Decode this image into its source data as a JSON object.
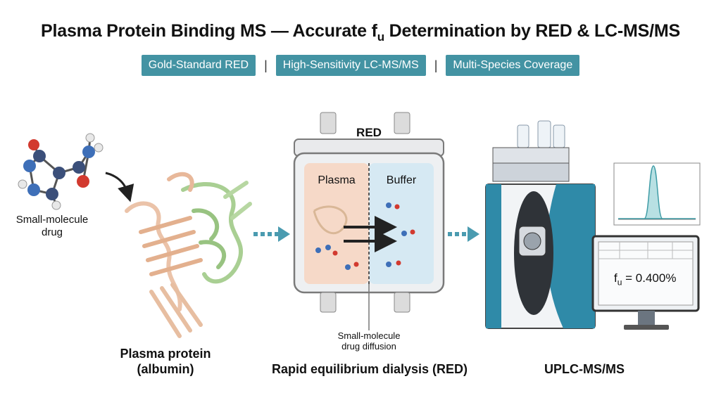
{
  "title": {
    "main": "Plasma Protein Binding MS — Accurate f",
    "sub": "u",
    "tail": " Determination by RED & LC-MS/MS"
  },
  "badges": [
    "Gold-Standard RED",
    "High-Sensitivity LC-MS/MS",
    "Multi-Species Coverage"
  ],
  "separator": "|",
  "labels": {
    "drug": "Small-molecule drug",
    "protein": "Plasma protein (albumin)",
    "red_top": "RED",
    "plasma": "Plasma",
    "buffer": "Buffer",
    "diffusion": "Small-molecule drug diffusion",
    "red_caption": "Rapid equilibrium dialysis (RED)",
    "instrument_caption": "UPLC-MS/MS"
  },
  "result": {
    "symbol": "f",
    "sub": "u",
    "value": " = 0.400%"
  },
  "colors": {
    "accent": "#4393a3",
    "arrow": "#4a9bb0",
    "plasma": "#f6d9c8",
    "buffer": "#d6e9f3",
    "peak": "#5fb0b8"
  }
}
